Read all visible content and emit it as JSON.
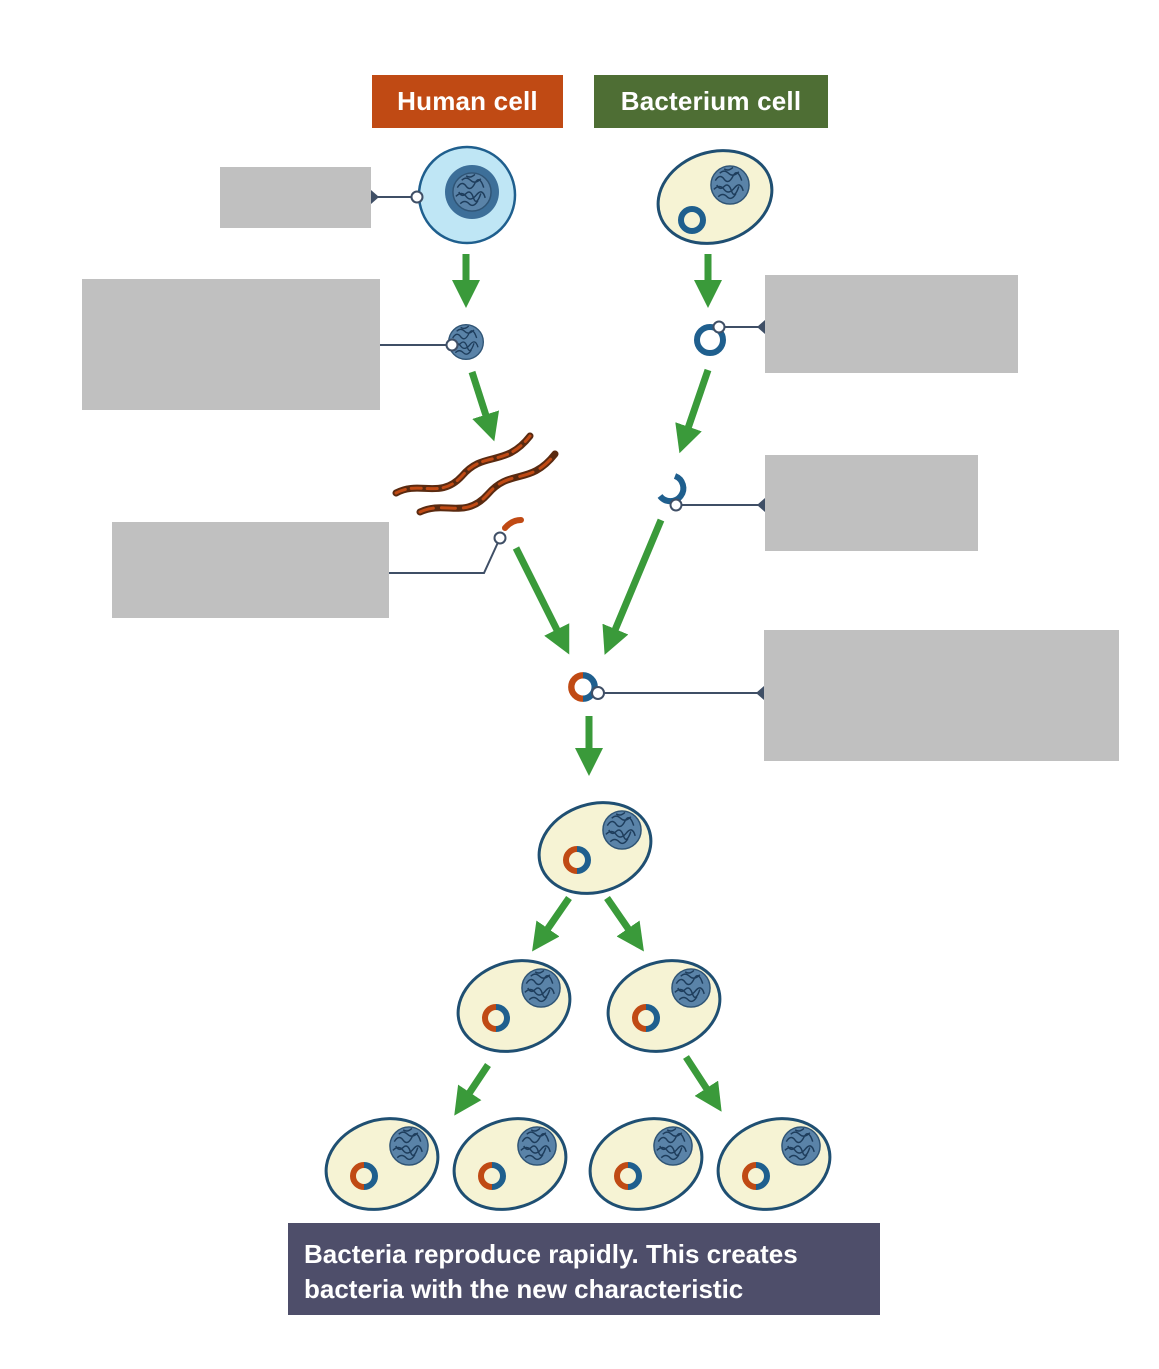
{
  "labels": {
    "human_cell": "Human cell",
    "bacterium_cell": "Bacterium cell"
  },
  "caption": {
    "line1": "Bacteria reproduce rapidly. This creates",
    "line2": "bacteria with the new characteristic"
  },
  "colors": {
    "human_label_bg": "#c04a14",
    "bacterium_label_bg": "#4e6e34",
    "caption_bg": "#4e4e6a",
    "arrow": "#3a9a3a",
    "blank_box": "#c0c0c0",
    "plasmid_blue": "#1f5f8e",
    "human_dna_orange": "#c04a14",
    "bacterium_fill": "#f6f3d4",
    "human_cell_fill": "#bfe6f5"
  }
}
